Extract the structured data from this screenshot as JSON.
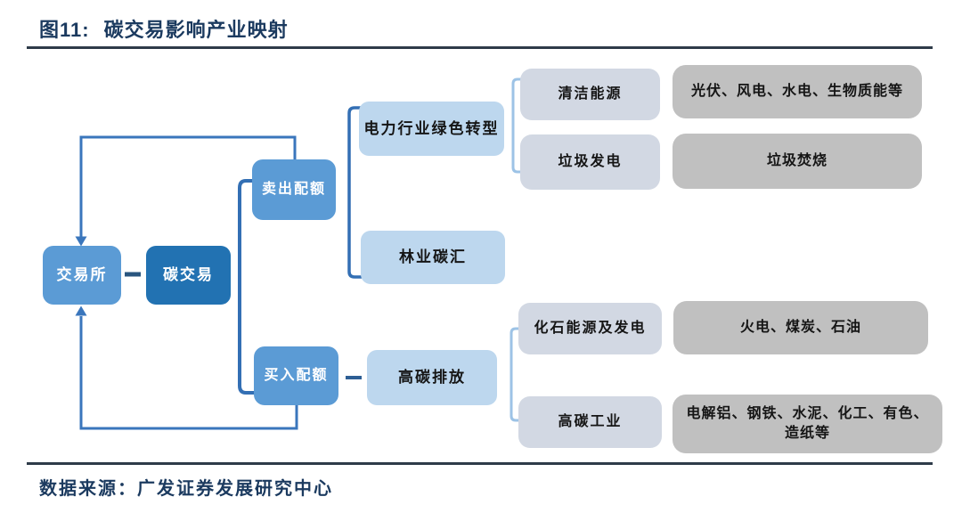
{
  "figure": {
    "label": "图11:",
    "title": "碳交易影响产业映射",
    "source_label": "数据来源：",
    "source_text": "广发证券发展研究中心"
  },
  "diagram": {
    "nodes": {
      "exchange": "交易所",
      "carbon_trading": "碳交易",
      "sell_quota": "卖出配额",
      "buy_quota": "买入配额",
      "power_green_transform": "电力行业绿色转型",
      "forestry_carbon_sink": "林业碳汇",
      "clean_energy": "清洁能源",
      "waste_power": "垃圾发电",
      "pv_wind_hydro_biomass": "光伏、风电、水电、生物质能等",
      "waste_incineration": "垃圾焚烧",
      "high_carbon_emission": "高碳排放",
      "fossil_energy_power": "化石能源及发电",
      "high_carbon_industry": "高碳工业",
      "thermal_coal_oil": "火电、煤炭、石油",
      "high_carbon_industries_detail": "电解铝、钢铁、水泥、化工、有色、造纸等"
    },
    "colors": {
      "medium_blue": "#5B9BD5",
      "dark_blue": "#2272B2",
      "light_blue": "#BDD7EE",
      "pale_gray_blue": "#D2D8E3",
      "gray": "#C0C0C0",
      "connector_dark": "#3A76BC",
      "connector_light": "#9DC3E6",
      "dash_navy": "#2D5E94",
      "title_navy": "#1B3A5F"
    }
  }
}
